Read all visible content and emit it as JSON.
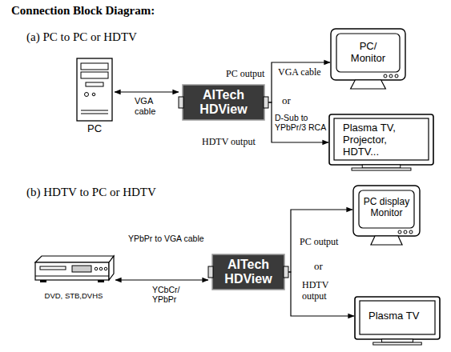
{
  "diagram": {
    "title": "Connection Block Diagram:",
    "nodes": [
      {
        "text": [
          "PC"
        ]
      },
      {
        "text": [
          "AITech HDView"
        ]
      },
      {
        "text": [
          "PC/ Monitor"
        ]
      },
      {
        "text": [
          "Plasma TV, Projector, HDTV..."
        ]
      },
      {
        "text": [
          "DVD, STB,DVHS"
        ]
      },
      {
        "text": [
          "AITech HDView"
        ]
      },
      {
        "text": [
          "PC display Monitor"
        ]
      },
      {
        "text": [
          "Plasma TV"
        ]
      }
    ],
    "edges": [
      {
        "from": 0,
        "to": 1,
        "arrow": "both",
        "label": "VGA cable"
      },
      {
        "from": 1,
        "to": 2,
        "arrow": "to"
      },
      {
        "from": 1,
        "to": 3,
        "arrow": "to"
      },
      {
        "from": 4,
        "to": 5,
        "arrow": "both",
        "label": "YCbCr/ YPbPr"
      },
      {
        "from": 5,
        "to": 6,
        "arrow": "to"
      },
      {
        "from": 5,
        "to": 7,
        "arrow": "to"
      }
    ],
    "labels": [
      "(a) PC to PC or HDTV",
      "PC output",
      "VGA cable",
      "or",
      "D-Sub to YPbPr/3 RCA",
      "HDTV output",
      "(b) HDTV to PC or HDTV",
      "YPbPr to VGA cable",
      "PC output",
      "or",
      "HDTV output"
    ]
  }
}
